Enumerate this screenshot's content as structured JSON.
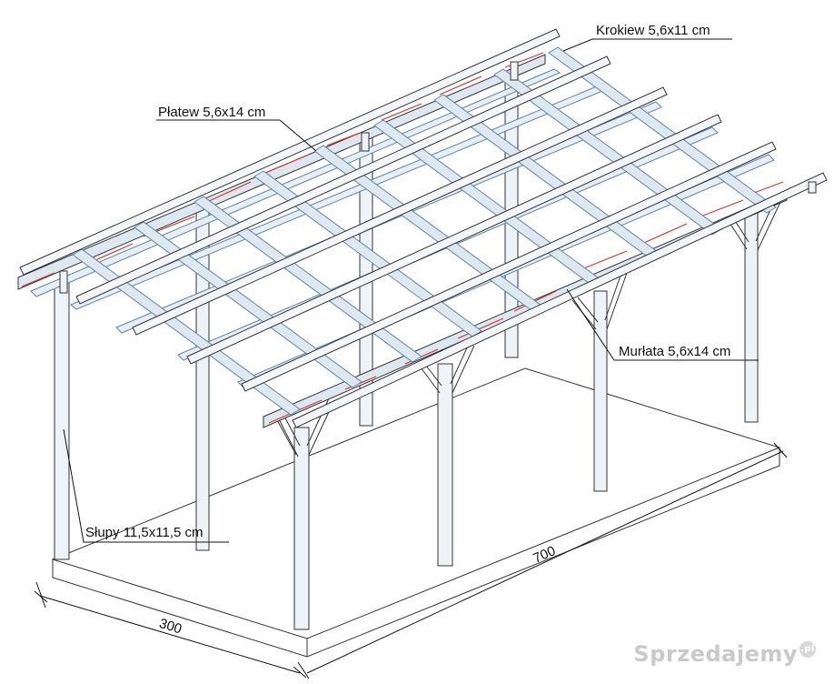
{
  "labels": {
    "rafter": "Krokiew 5,6x11 cm",
    "purlin": "Płatew 5,6x14 cm",
    "wall_plate": "Murłata 5,6x14 cm",
    "posts": "Słupy 11,5x11,5 cm"
  },
  "dimensions": {
    "width": "300",
    "length": "700"
  },
  "watermark": {
    "text": "Sprzedajemy",
    "suffix": ".pl"
  },
  "colors": {
    "beam_fill": "#dde7ef",
    "beam_stroke": "#333333",
    "blue_edge": "#5b86ad",
    "red_accent": "#d9342b",
    "leader": "#111111"
  }
}
